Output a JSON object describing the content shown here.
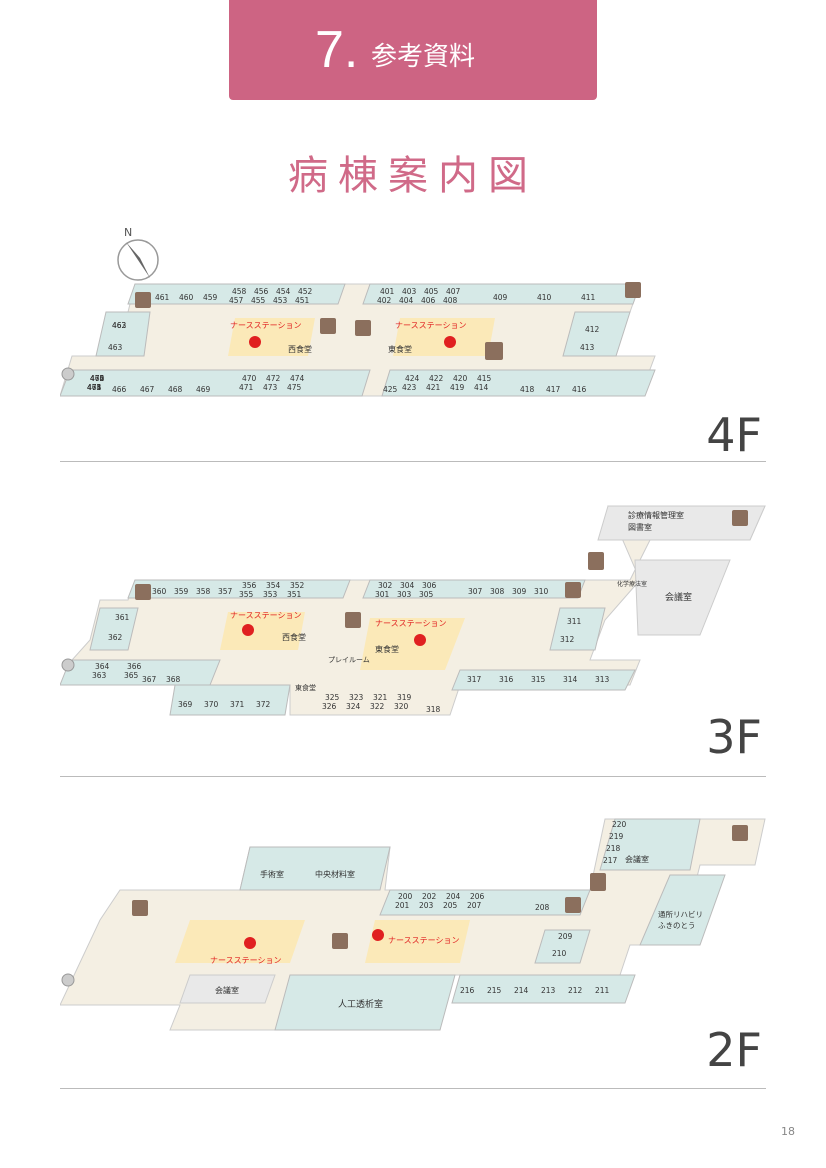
{
  "header": {
    "number": "7.",
    "title": "参考資料"
  },
  "page_title": "病棟案内図",
  "compass": {
    "label": "N"
  },
  "colors": {
    "banner": "#cd6483",
    "room": "#d6e9e7",
    "corridor": "#f4efe3",
    "nurse": "#fbe9b8",
    "stair": "#8b6f5d",
    "title": "#d06a88"
  },
  "floors": {
    "f4": {
      "label": "4F",
      "nurse_station": "ナースステーション",
      "west_dining": "西食堂",
      "east_dining": "東食堂",
      "rooms_top_left": [
        "461",
        "460",
        "459"
      ],
      "rooms_top_pairs_left": [
        [
          "458",
          "457"
        ],
        [
          "456",
          "455"
        ],
        [
          "454",
          "453"
        ],
        [
          "452",
          "451"
        ]
      ],
      "rooms_top_pairs_right": [
        [
          "401",
          "402"
        ],
        [
          "403",
          "404"
        ],
        [
          "405",
          "406"
        ],
        [
          "407",
          "408"
        ]
      ],
      "rooms_top_right": [
        "409",
        "410",
        "411"
      ],
      "rooms_left": [
        "462",
        "463"
      ],
      "rooms_right": [
        "412",
        "413"
      ],
      "rooms_bottom_pairs_left": [
        [
          "465",
          "464"
        ],
        [
          "470",
          "471"
        ],
        [
          "472",
          "473"
        ],
        [
          "474",
          "475"
        ]
      ],
      "rooms_bottom_left": [
        "466",
        "467",
        "468",
        "469"
      ],
      "rooms_bottom_pairs_right": [
        [
          "424",
          "423"
        ],
        [
          "422",
          "421"
        ],
        [
          "420",
          "419"
        ],
        [
          "415",
          "414"
        ]
      ],
      "rooms_bottom_right": [
        "425",
        "418",
        "417",
        "416"
      ]
    },
    "f3": {
      "label": "3F",
      "nurse_station": "ナースステーション",
      "west_dining": "西食堂",
      "east_dining": "東食堂",
      "east_dining2": "東食堂",
      "playroom": "プレイルーム",
      "info_room": "診療情報管理室",
      "library": "図書室",
      "chem_lab": "化学療法室",
      "meeting": "会議室",
      "rooms_top_left": [
        "360",
        "359",
        "358",
        "357"
      ],
      "rooms_top_pairs_left": [
        [
          "356",
          "355"
        ],
        [
          "354",
          "353"
        ],
        [
          "352",
          "351"
        ]
      ],
      "rooms_top_pairs_right": [
        [
          "302",
          "301"
        ],
        [
          "304",
          "303"
        ],
        [
          "306",
          "305"
        ]
      ],
      "rooms_top_right": [
        "307",
        "308",
        "309",
        "310"
      ],
      "rooms_left": [
        "361",
        "362"
      ],
      "rooms_right": [
        "311",
        "312"
      ],
      "rooms_bottom_pairs_left": [
        [
          "364",
          "363"
        ],
        [
          "366",
          "365"
        ]
      ],
      "rooms_bottom_left": [
        "367",
        "368"
      ],
      "rooms_lower_left": [
        "369",
        "370",
        "371",
        "372"
      ],
      "rooms_lower_pairs": [
        [
          "325",
          "326"
        ],
        [
          "323",
          "324"
        ],
        [
          "321",
          "322"
        ],
        [
          "319",
          "320"
        ]
      ],
      "rooms_lower_single": [
        "318"
      ],
      "rooms_bottom_right": [
        "317",
        "316",
        "315",
        "314",
        "313"
      ]
    },
    "f2": {
      "label": "2F",
      "nurse_station_west": "ナースステーション",
      "nurse_station_east": "ナースステーション",
      "operating": "手術室",
      "central_supply": "中央材料室",
      "meeting_west": "会議室",
      "meeting_east": "会議室",
      "dialysis": "人工透析室",
      "rehab": "通所リハビリ",
      "rehab2": "ふきのとう",
      "rooms_top_pairs": [
        [
          "200",
          "201"
        ],
        [
          "202",
          "203"
        ],
        [
          "204",
          "205"
        ],
        [
          "206",
          "207"
        ]
      ],
      "rooms_top_single": [
        "208"
      ],
      "rooms_ne": [
        "220",
        "219",
        "218",
        "217"
      ],
      "rooms_right": [
        "209",
        "210"
      ],
      "rooms_bottom": [
        "216",
        "215",
        "214",
        "213",
        "212",
        "211"
      ]
    }
  },
  "page_number": "18"
}
